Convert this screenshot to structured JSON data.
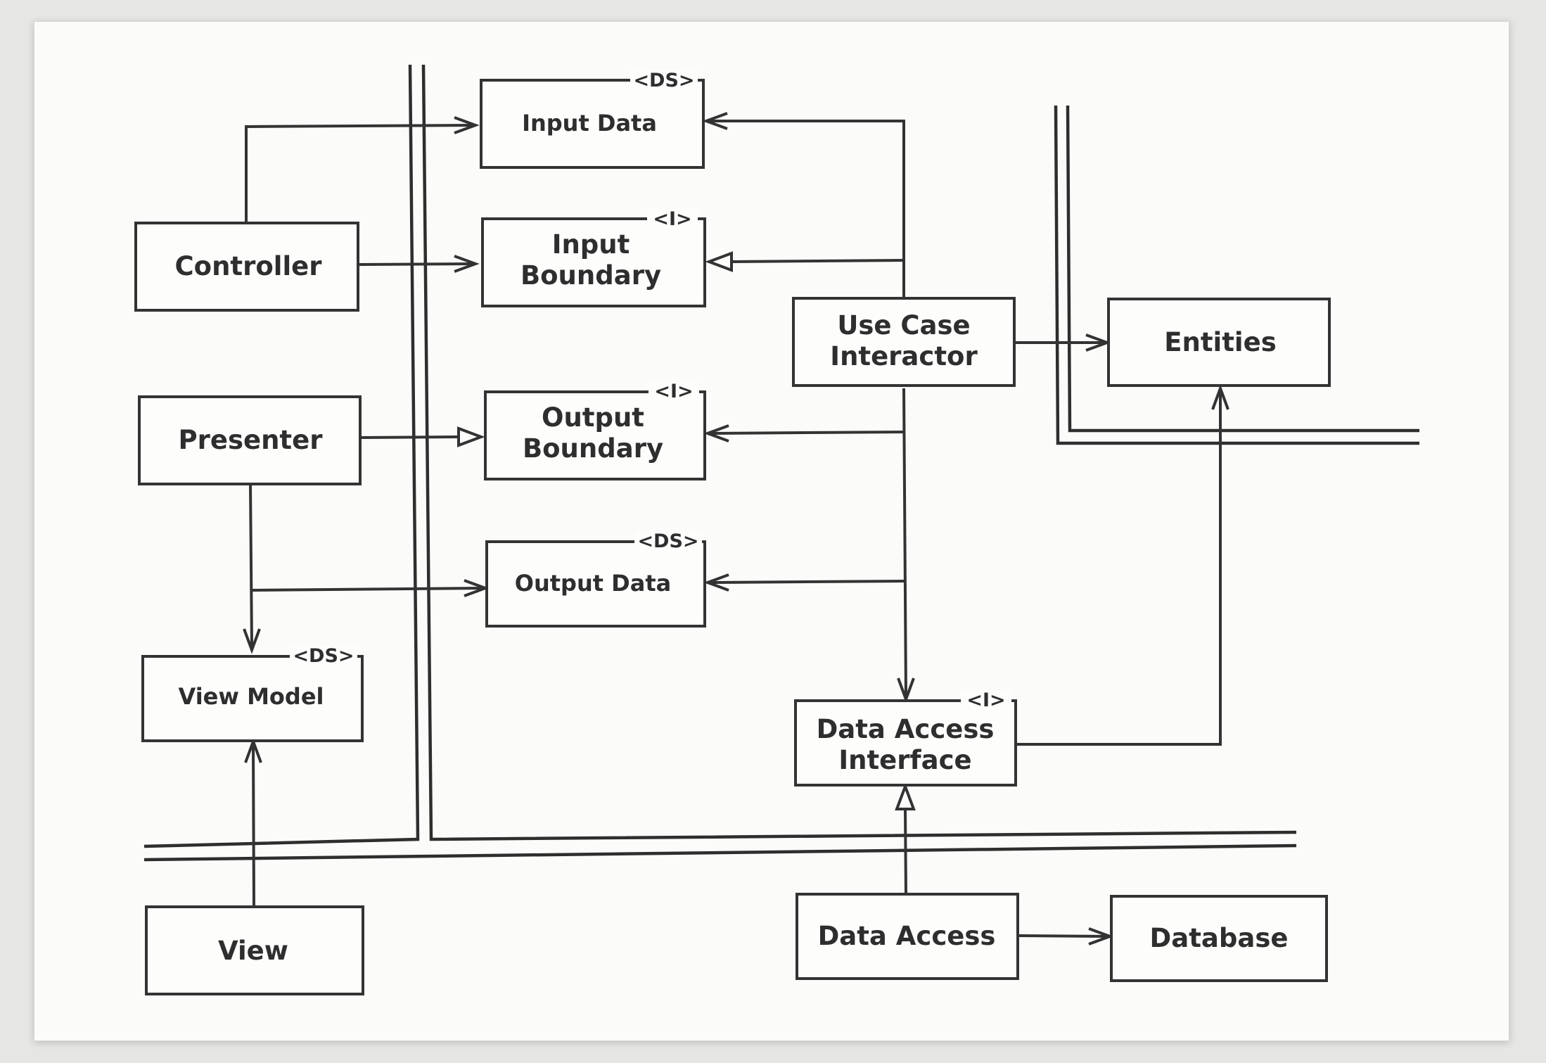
{
  "boxes": {
    "input_data": {
      "label": "Input Data",
      "stereotype": "<DS>"
    },
    "input_boundary": {
      "label_line1": "Input",
      "label_line2": "Boundary",
      "stereotype": "<I>"
    },
    "output_boundary": {
      "label_line1": "Output",
      "label_line2": "Boundary",
      "stereotype": "<I>"
    },
    "output_data": {
      "label": "Output Data",
      "stereotype": "<DS>"
    },
    "controller": {
      "label": "Controller"
    },
    "presenter": {
      "label": "Presenter"
    },
    "view_model": {
      "label": "View Model",
      "stereotype": "<DS>"
    },
    "view": {
      "label": "View"
    },
    "use_case_interactor": {
      "label_line1": "Use Case",
      "label_line2": "Interactor"
    },
    "entities": {
      "label": "Entities"
    },
    "data_access_interface": {
      "label_line1": "Data Access",
      "label_line2": "Interface",
      "stereotype": "<I>"
    },
    "data_access": {
      "label": "Data Access"
    },
    "database": {
      "label": "Database"
    }
  }
}
